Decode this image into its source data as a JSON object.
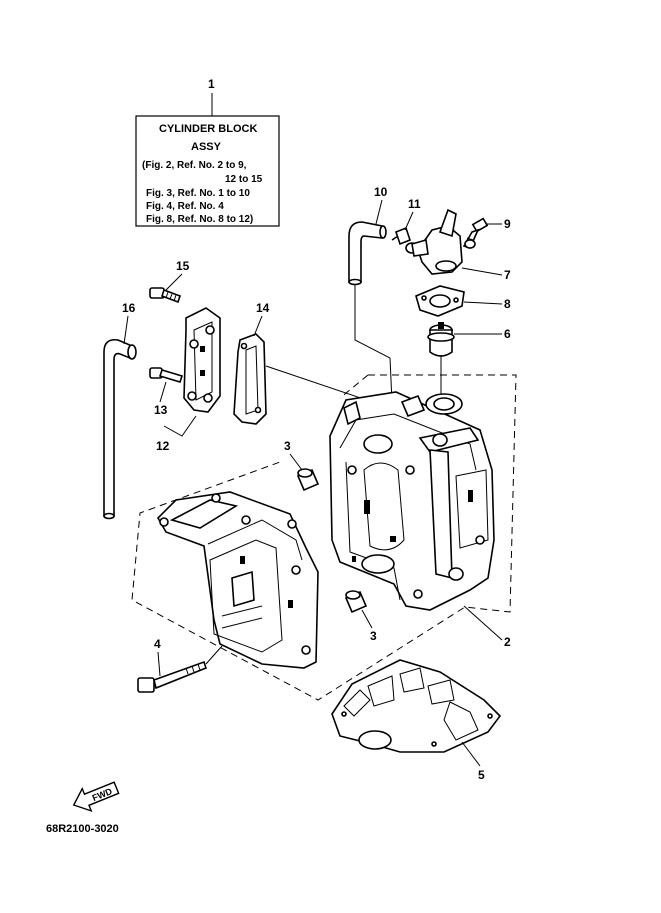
{
  "assy_box": {
    "lines": [
      "CYLINDER BLOCK",
      "ASSY",
      "(Fig. 2, Ref. No. 2 to 9,",
      "12 to 15",
      "Fig. 3, Ref. No. 1 to 10",
      "Fig. 4, Ref. No. 4",
      "Fig. 8, Ref. No. 8 to 12)"
    ]
  },
  "callouts": {
    "c1": "1",
    "c2": "2",
    "c3a": "3",
    "c3b": "3",
    "c4": "4",
    "c5": "5",
    "c6": "6",
    "c7": "7",
    "c8": "8",
    "c9": "9",
    "c10": "10",
    "c11": "11",
    "c12": "12",
    "c13": "13",
    "c14": "14",
    "c15": "15",
    "c16": "16"
  },
  "fwd_label": "FWD",
  "drawing_code": "68R2100-3020"
}
